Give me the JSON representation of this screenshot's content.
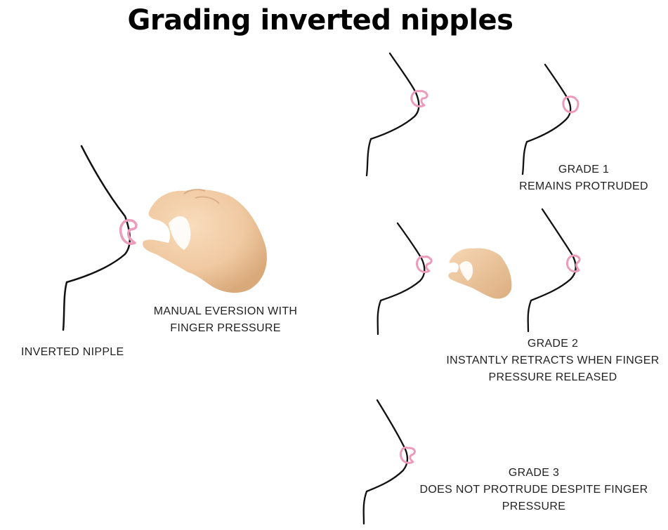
{
  "title": "Grading inverted nipples",
  "colors": {
    "outline": "#111111",
    "nipple": "#ec9bbb",
    "skin": "#f0c9a1",
    "skin_shadow": "#d9a97a",
    "skin_light": "#f8dcbc"
  },
  "labels": {
    "inverted": "INVERTED NIPPLE",
    "eversion": [
      "MANUAL EVERSION WITH",
      "FINGER PRESSURE"
    ],
    "grade1": [
      "GRADE 1",
      "REMAINS PROTRUDED"
    ],
    "grade2": [
      "GRADE 2",
      "INSTANTLY RETRACTS WHEN FINGER",
      "PRESSURE RELEASED"
    ],
    "grade3": [
      "GRADE 3",
      "DOES NOT PROTRUDE DESPITE FINGER",
      "PRESSURE"
    ]
  },
  "icons": [
    "breast-profile-icon",
    "hand-icon"
  ]
}
